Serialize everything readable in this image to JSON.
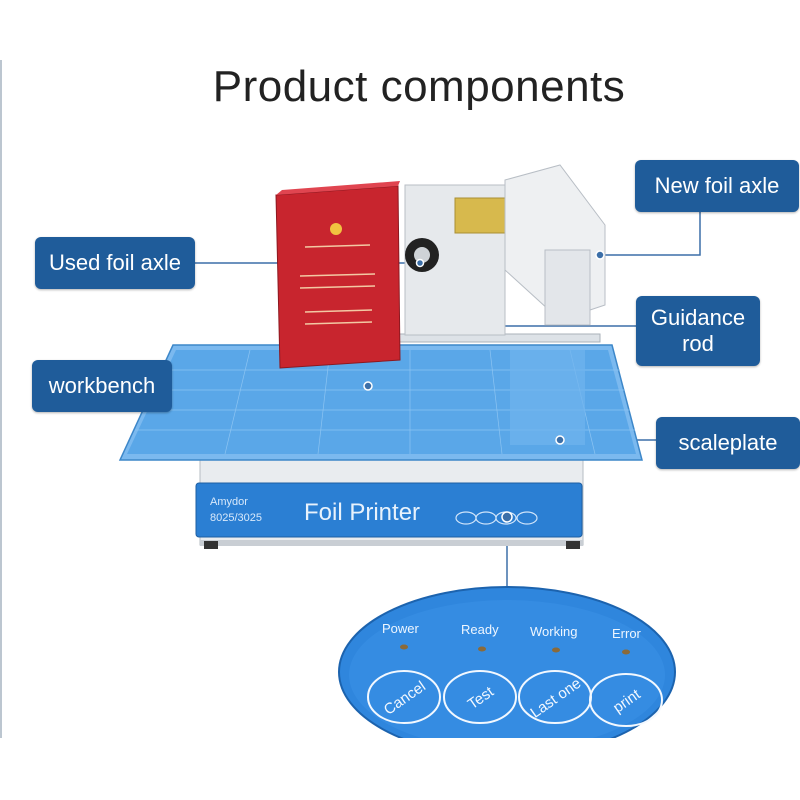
{
  "title": "Product components",
  "labels": {
    "new_foil_axle": "New foil axle",
    "used_foil_axle": "Used foil axle",
    "guidance_rod_line1": "Guidance",
    "guidance_rod_line2": "rod",
    "workbench": "workbench",
    "scaleplate": "scaleplate"
  },
  "machine": {
    "brand": "Amydor",
    "model": "8025/3025",
    "name": "Foil Printer"
  },
  "control_panel": {
    "indicators": [
      "Power",
      "Ready",
      "Working",
      "Error"
    ],
    "buttons": [
      "Cancel",
      "Test",
      "Last one",
      "print"
    ]
  },
  "colors": {
    "label_bg": "#1f5c9a",
    "panel_blue": "#2b7fd3",
    "bench_blue": "#5aa7e8",
    "book_red": "#c8252e"
  }
}
